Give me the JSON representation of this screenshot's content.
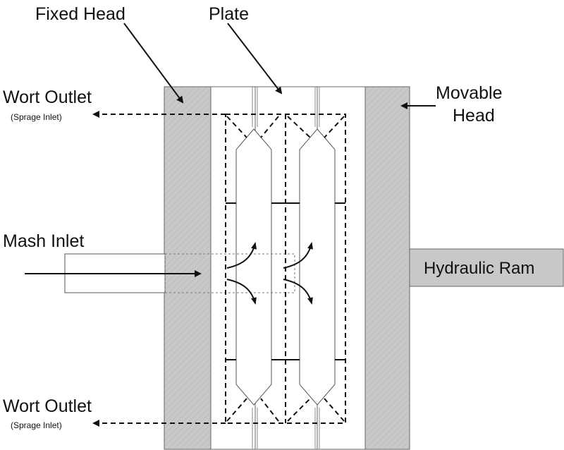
{
  "labels": {
    "fixed_head": "Fixed Head",
    "plate": "Plate",
    "movable_head_line1": "Movable",
    "movable_head_line2": "Head",
    "wort_outlet_top": "Wort Outlet",
    "sparge_inlet_top": "(Sprage Inlet)",
    "wort_outlet_bottom": "Wort Outlet",
    "sparge_inlet_bottom": "(Sprage Inlet)",
    "mash_inlet": "Mash Inlet",
    "hydraulic_ram": "Hydraulic Ram"
  },
  "colors": {
    "head_fill": "#c8c8c8",
    "line": "#111111",
    "plate_fill": "#ffffff",
    "ram_fill": "#c8c8c8"
  }
}
